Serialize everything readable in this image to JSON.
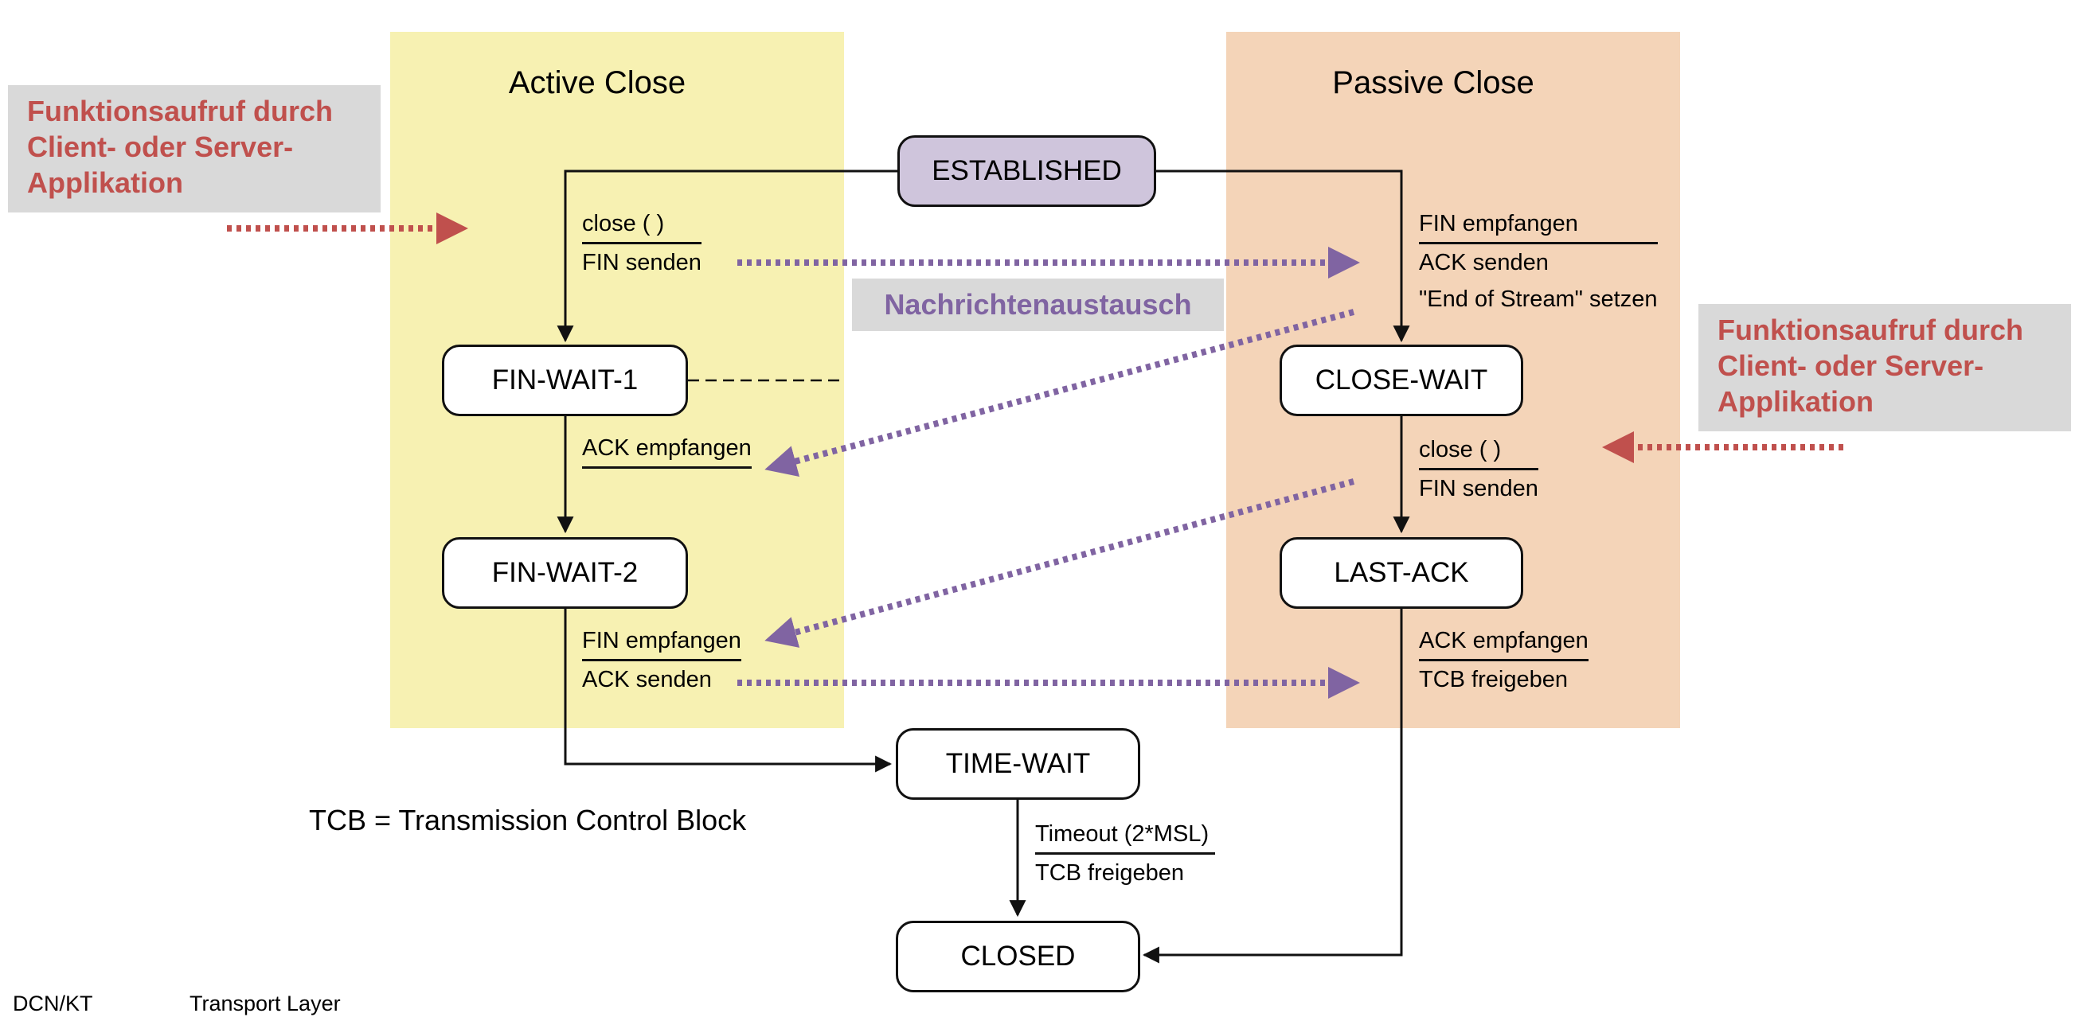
{
  "regions": {
    "active": {
      "title": "Active Close",
      "color": "#f7f1b2"
    },
    "passive": {
      "title": "Passive Close",
      "color": "#f4d4b8"
    }
  },
  "states": {
    "established": "ESTABLISHED",
    "fin_wait_1": "FIN-WAIT-1",
    "fin_wait_2": "FIN-WAIT-2",
    "close_wait": "CLOSE-WAIT",
    "last_ack": "LAST-ACK",
    "time_wait": "TIME-WAIT",
    "closed": "CLOSED"
  },
  "transitions": {
    "close_fin": {
      "event": "close ( )",
      "action": "FIN senden"
    },
    "ack_received": {
      "event": "ACK empfangen"
    },
    "fin_ack": {
      "event": "FIN empfangen",
      "action": "ACK senden"
    },
    "passive_fin": {
      "event": "FIN empfangen",
      "action": "ACK senden",
      "extra": "\"End of Stream\" setzen"
    },
    "passive_close": {
      "event": "close ( )",
      "action": "FIN senden"
    },
    "passive_ack": {
      "event": "ACK empfangen",
      "action": "TCB freigeben"
    },
    "timeout": {
      "event": "Timeout (2*MSL)",
      "action": "TCB freigeben"
    }
  },
  "callouts": {
    "left": [
      "Funktionsaufruf durch",
      "Client- oder Server-",
      "Applikation"
    ],
    "right": [
      "Funktionsaufruf durch",
      "Client- oder Server-",
      "Applikation"
    ]
  },
  "message_exchange_label": "Nachrichtenaustausch",
  "tcb_note": "TCB = Transmission Control Block",
  "footer": {
    "left": "DCN/KT",
    "center": "Transport Layer"
  },
  "colors": {
    "state_established": "#cfc5dc",
    "callout_text": "#c0504d",
    "message_arrow": "#8064a2",
    "callout_bg": "#d9d9d9"
  }
}
